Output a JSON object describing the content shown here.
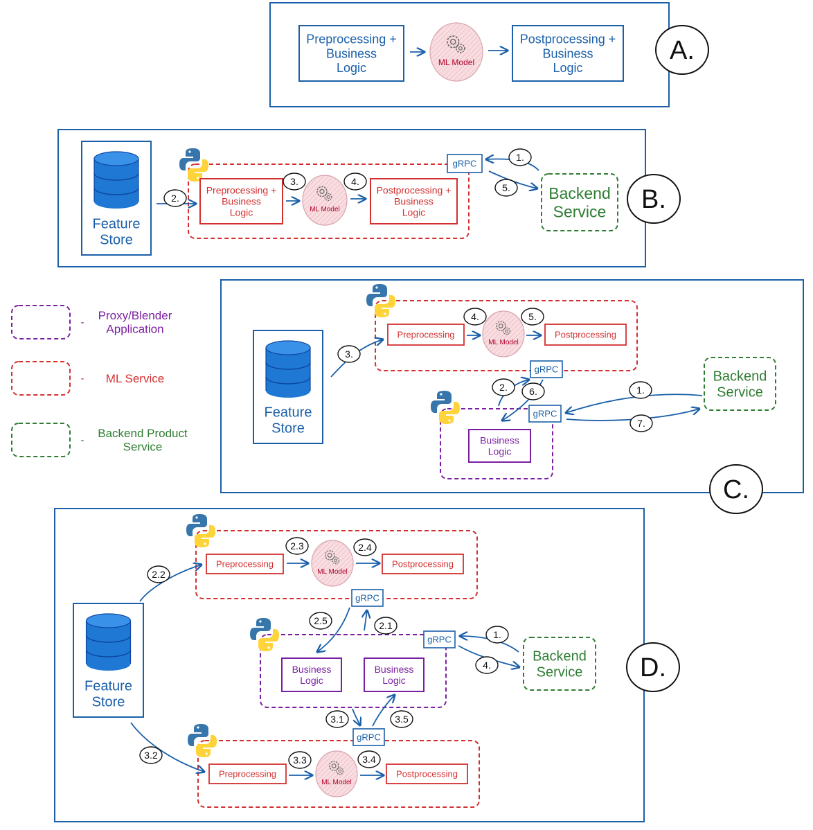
{
  "panel_labels": {
    "a": "A.",
    "b": "B.",
    "c": "C.",
    "d": "D."
  },
  "common": {
    "feature_store": [
      "Feature",
      "Store"
    ],
    "ml_model": "ML Model",
    "grpc": "gRPC",
    "backend": [
      "Backend",
      "Service"
    ],
    "preprocessing": "Preprocessing",
    "postprocessing": "Postprocessing",
    "pre_bl": [
      "Preprocessing +",
      "Business",
      "Logic"
    ],
    "post_bl": [
      "Postprocessing +",
      "Business",
      "Logic"
    ],
    "business_logic": [
      "Business",
      "Logic"
    ]
  },
  "legend": [
    {
      "lines": [
        "Proxy/Blender",
        "Application"
      ],
      "color": "#7b1fa2"
    },
    {
      "lines": [
        "ML Service"
      ],
      "color": "#d32f2f"
    },
    {
      "lines": [
        "Backend Product",
        "Service"
      ],
      "color": "#2e7d32"
    }
  ],
  "legend_dash": "-",
  "steps": {
    "b": [
      "1.",
      "2.",
      "3.",
      "4.",
      "5."
    ],
    "c": [
      "1.",
      "2.",
      "3.",
      "4.",
      "5.",
      "6.",
      "7."
    ],
    "d": [
      "1.",
      "2.1",
      "2.2",
      "2.3",
      "2.4",
      "2.5",
      "3.1",
      "3.2",
      "3.3",
      "3.4",
      "3.5",
      "4."
    ]
  },
  "colors": {
    "blue": "#1a5fa8",
    "red": "#d32f2f",
    "purple": "#7b1fa2",
    "green": "#2e7d32",
    "db": "#1e78d4",
    "ml_fill": "#f6d5da"
  }
}
